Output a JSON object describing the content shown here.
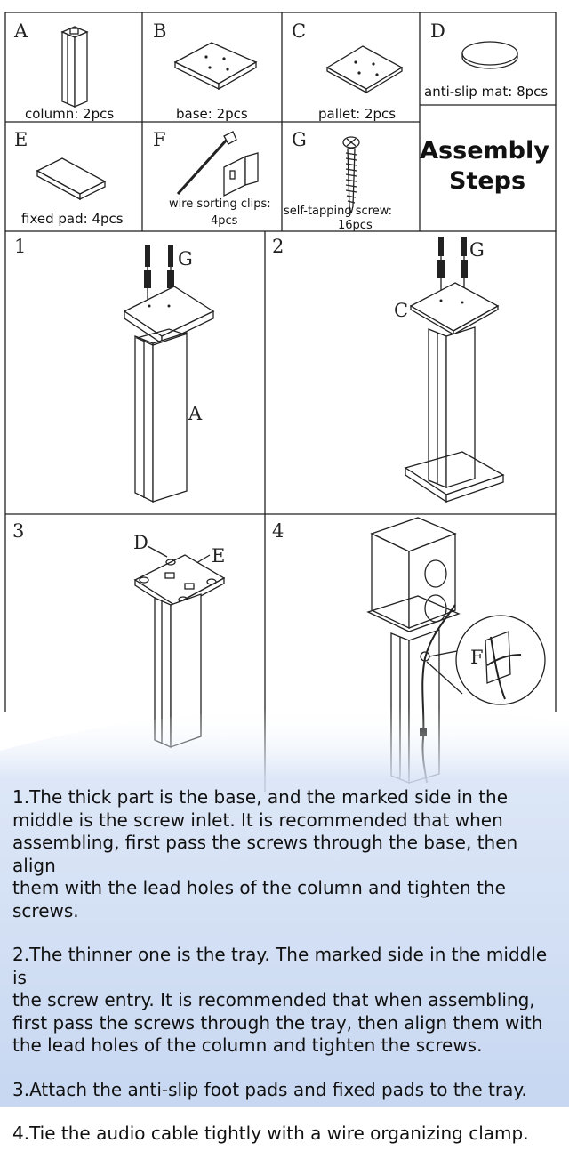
{
  "parts": [
    {
      "letter": "A",
      "caption": "column: 2pcs"
    },
    {
      "letter": "B",
      "caption": "base: 2pcs"
    },
    {
      "letter": "C",
      "caption": "pallet: 2pcs"
    },
    {
      "letter": "D",
      "caption": "anti-slip mat: 8pcs"
    },
    {
      "letter": "E",
      "caption": "fixed pad: 4pcs"
    },
    {
      "letter": "F",
      "caption_line1": "wire sorting clips:",
      "caption_line2": "4pcs"
    },
    {
      "letter": "G",
      "caption_line1": "self-tapping screw:",
      "caption_line2": "16pcs"
    }
  ],
  "title_line1": "Assembly",
  "title_line2": "Steps",
  "steps": [
    {
      "number": "1",
      "labels": [
        "G",
        "A"
      ]
    },
    {
      "number": "2",
      "labels": [
        "G",
        "C"
      ]
    },
    {
      "number": "3",
      "labels": [
        "D",
        "E"
      ]
    },
    {
      "number": "4",
      "labels": [
        "F"
      ]
    }
  ],
  "notes": [
    "1.The thick part is the base, and the marked side in the\nmiddle is the screw inlet. It is recommended that when\nassembling, first pass the screws through the base, then align\n them with the lead holes of the column and tighten the\nscrews.",
    "2.The thinner one is the tray. The marked side in the middle is\n the screw entry. It is recommended that when assembling,\nfirst pass the screws through the tray, then align them with\nthe lead holes of the column and tighten the screws.",
    "3.Attach the anti-slip foot pads and fixed pads to the tray.",
    "4.Tie the audio cable tightly with a wire organizing clamp."
  ],
  "colors": {
    "wash": "#c9d9f2",
    "line": "#222222"
  }
}
